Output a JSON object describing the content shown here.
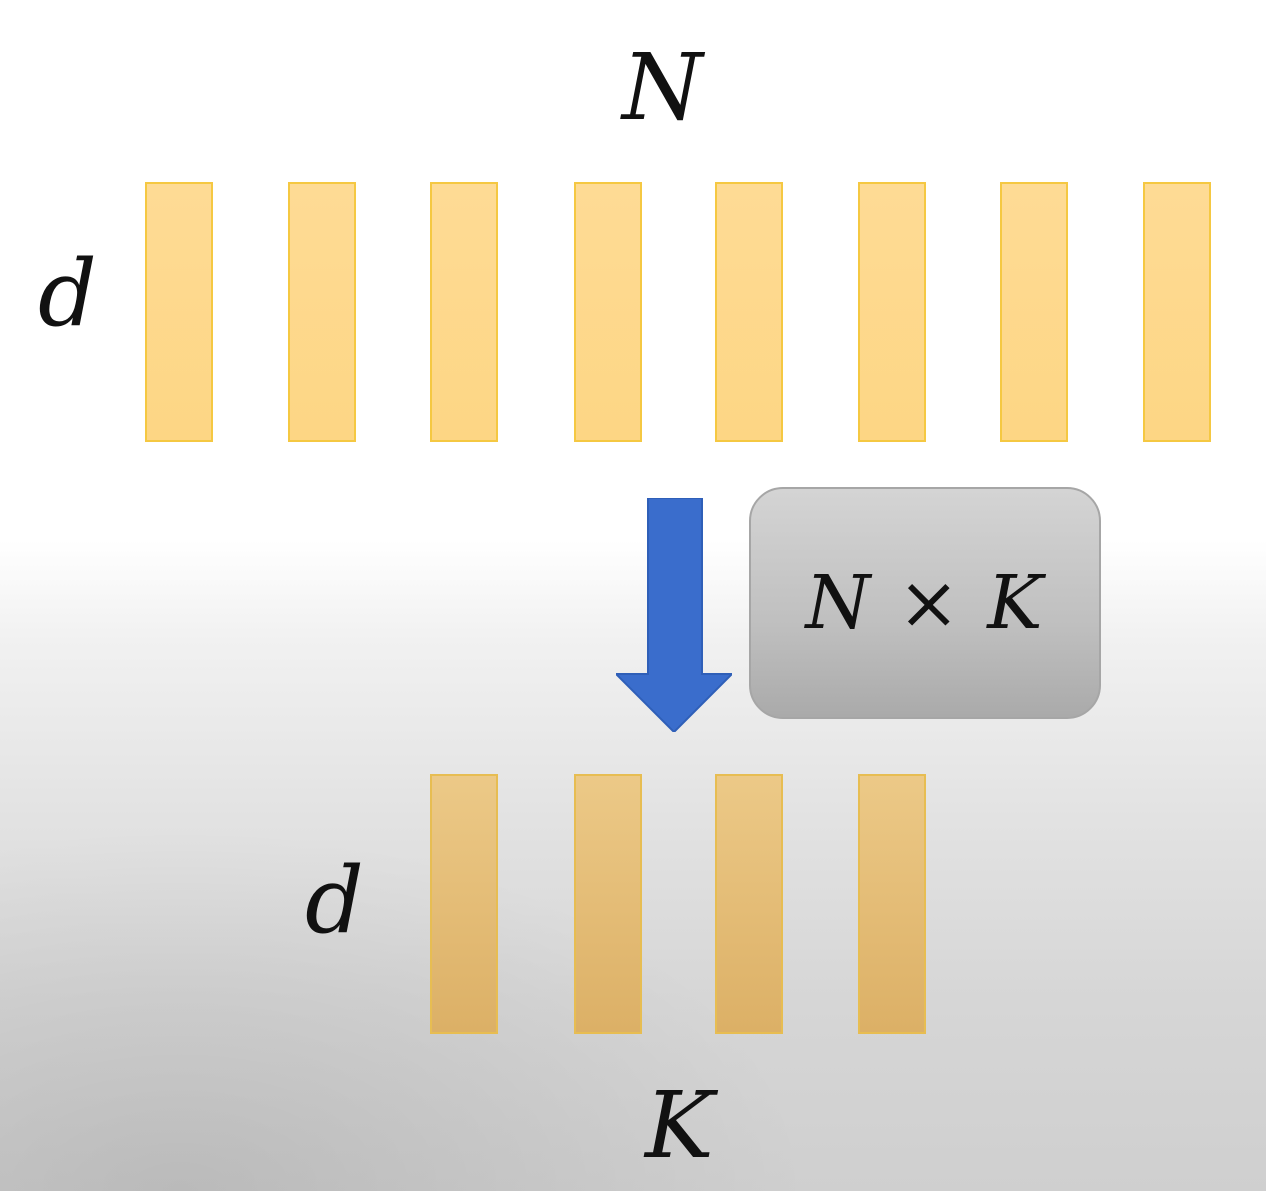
{
  "diagram": {
    "top_group": {
      "count_label": "N",
      "dimension_label": "d",
      "vector_count": 8
    },
    "operation": {
      "label": "N × K"
    },
    "bottom_group": {
      "count_label": "K",
      "dimension_label": "d",
      "vector_count": 4
    },
    "colors": {
      "top_vector_fill": "#fedb95",
      "bottom_vector_fill": "#e2b86e",
      "vector_border": "#f5c842",
      "arrow": "#3a6dcc",
      "operation_box": "#c4c4c4"
    }
  }
}
